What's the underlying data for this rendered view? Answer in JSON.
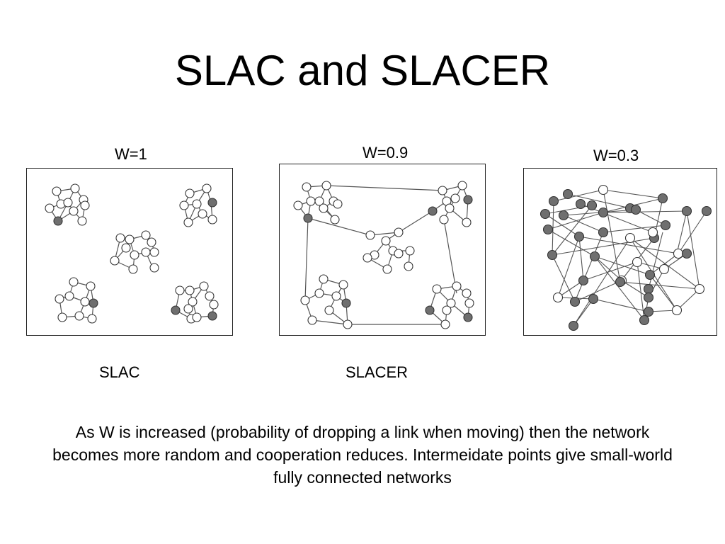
{
  "slide": {
    "title": "SLAC and SLACER",
    "caption": "As W is increased (probability of dropping a link when moving) then the network becomes more random and cooperation reduces. Intermeidate points give small-world fully connected networks"
  },
  "panels": [
    {
      "id": "w1",
      "w_label": "W=1",
      "bottom_label": "SLAC"
    },
    {
      "id": "w09",
      "w_label": "W=0.9",
      "bottom_label": "SLACER"
    },
    {
      "id": "w03",
      "w_label": "W=0.3",
      "bottom_label": ""
    }
  ],
  "colors": {
    "node_cooperator": "#ffffff",
    "node_defector": "#6f6f6f",
    "edge": "#555555"
  }
}
